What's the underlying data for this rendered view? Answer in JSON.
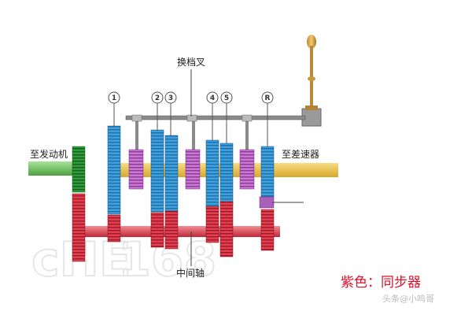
{
  "labels": {
    "shift_fork": "换档叉",
    "to_engine": "至发动机",
    "to_differential": "至差速器",
    "countershaft": "中间轴",
    "legend": "紫色：同步器",
    "watermark": "168",
    "watermark_site": "头条@小鸣哥"
  },
  "gear_numbers": [
    "1",
    "2",
    "3",
    "4",
    "5",
    "R"
  ],
  "colors": {
    "main_gear": "#3fa0dc",
    "counter_gear": "#e0404f",
    "synchronizer": "#c060c8",
    "input_gear": "#2e9a3a",
    "output_shaft": "#e8c04a",
    "input_shaft": "#6cc060",
    "rod": "#8a8a8a",
    "legend_text": "#e0102a"
  }
}
